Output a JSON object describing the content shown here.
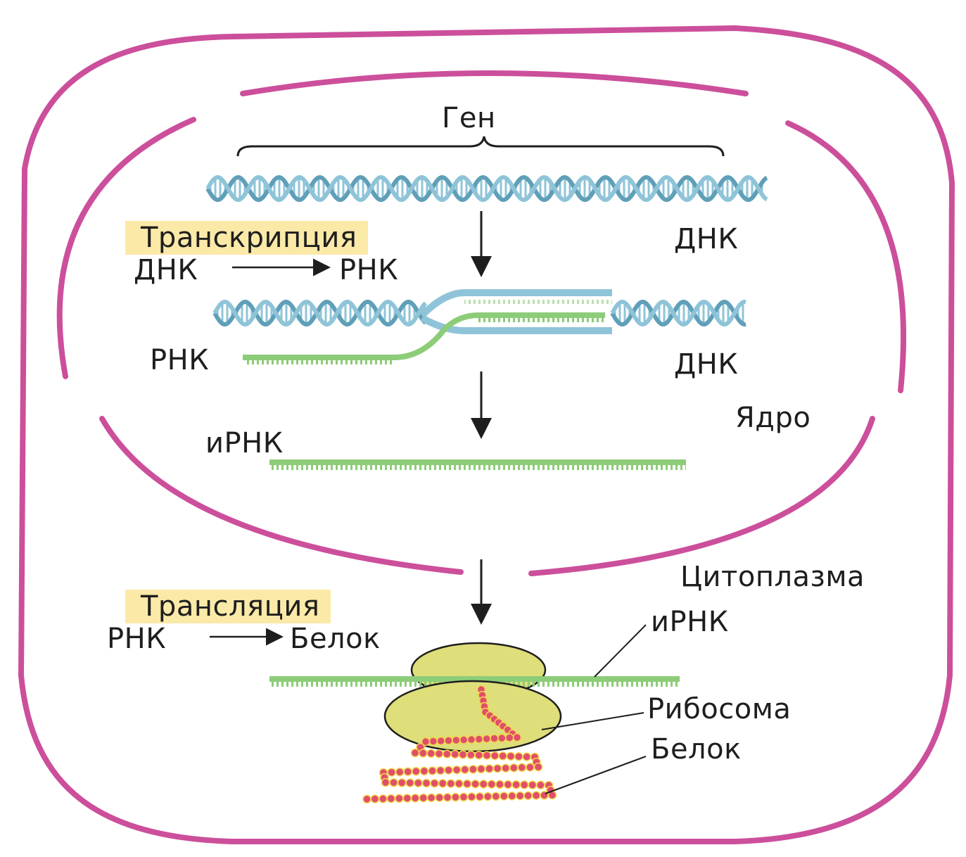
{
  "labels": {
    "gene": "Ген",
    "transcription": "Транскрипция",
    "dna_to_rna": {
      "from": "ДНК",
      "to": "РНК"
    },
    "dna_top": "ДНК",
    "rna": "РНК",
    "dna_mid": "ДНК",
    "nucleus": "Ядро",
    "mrna_nucleus": "иРНК",
    "cytoplasm": "Цитоплазма",
    "translation": "Трансляция",
    "rna_to_protein": {
      "from": "РНК",
      "to": "Белок"
    },
    "mrna_cytoplasm": "иРНК",
    "ribosome": "Рибосома",
    "protein": "Белок"
  },
  "colors": {
    "membrane": "#cc4f9b",
    "dna": "#8fc4d8",
    "dna_dark": "#5f9fb8",
    "rna": "#8dcc78",
    "highlight": "#fbe9a8",
    "ribosome": "#dede7a",
    "protein_bead": "#e04f6a",
    "text": "#1e1e1e"
  }
}
